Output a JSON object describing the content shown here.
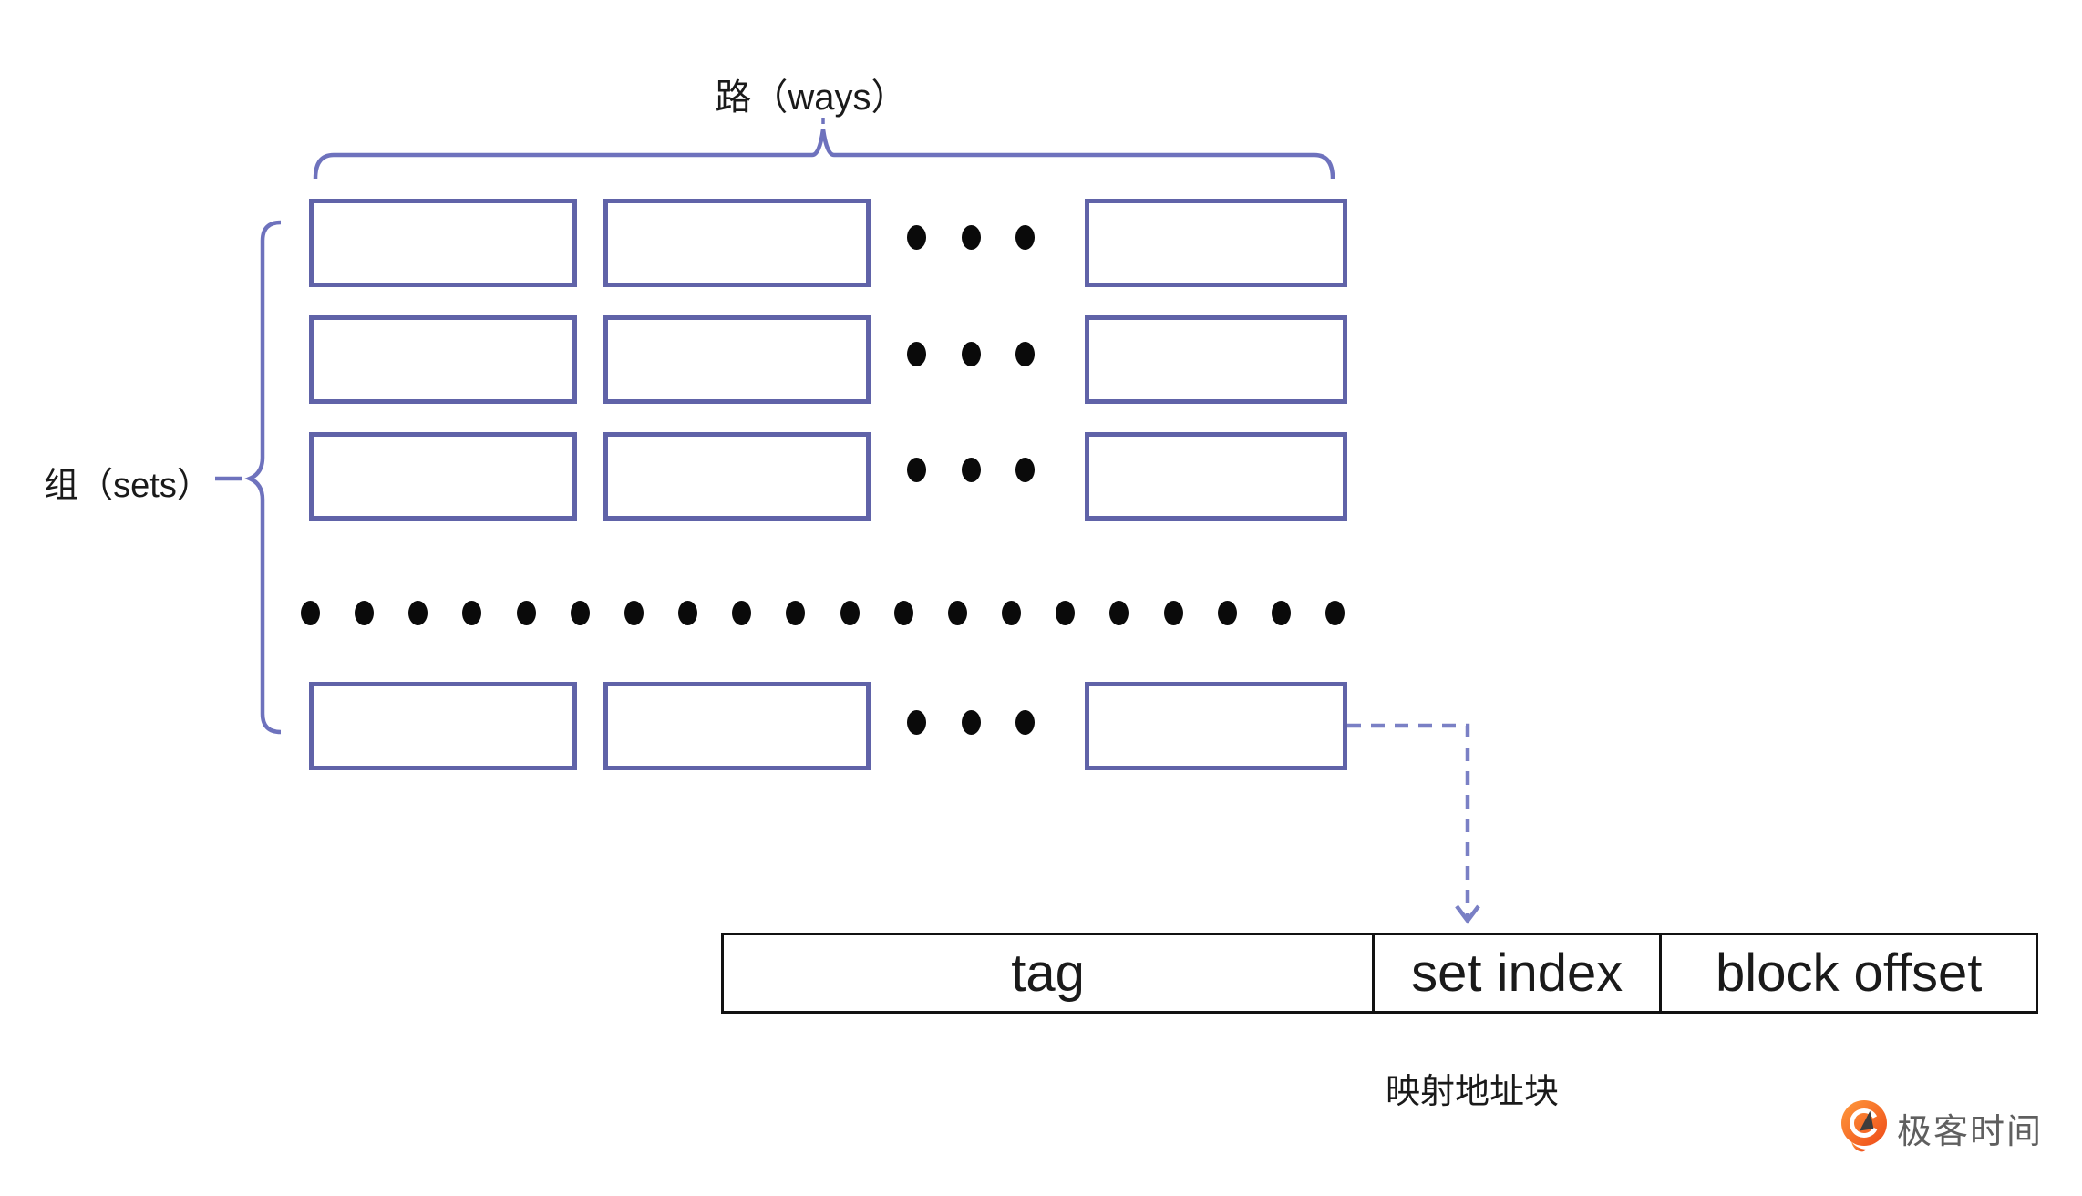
{
  "diagram": {
    "ways_label": "路（ways）",
    "sets_label": "组（sets）",
    "grid": {
      "visible_rows": 3,
      "visible_cols": 2,
      "trailing_row": 1,
      "trailing_col": 1,
      "row_ellipsis_dots": 3,
      "set_ellipsis_dots": 20
    }
  },
  "address_bar": {
    "fields": [
      {
        "label": "tag"
      },
      {
        "label": "set index"
      },
      {
        "label": "block offset"
      }
    ],
    "caption": "映射地址块"
  },
  "branding": {
    "name": "极客时间",
    "logo_icon": "geektime-orange-bubble"
  },
  "colors": {
    "box_border": "#6063a8",
    "brace": "#6e72bd",
    "dashed_arrow": "#7a80c5",
    "bar_border": "#111111",
    "text": "#1a1a1a",
    "logo_text": "#5f5f5f",
    "logo_orange_start": "#ff9a3d",
    "logo_orange_end": "#ee4a18",
    "dots": "#0a0a0a",
    "background": "#ffffff"
  }
}
